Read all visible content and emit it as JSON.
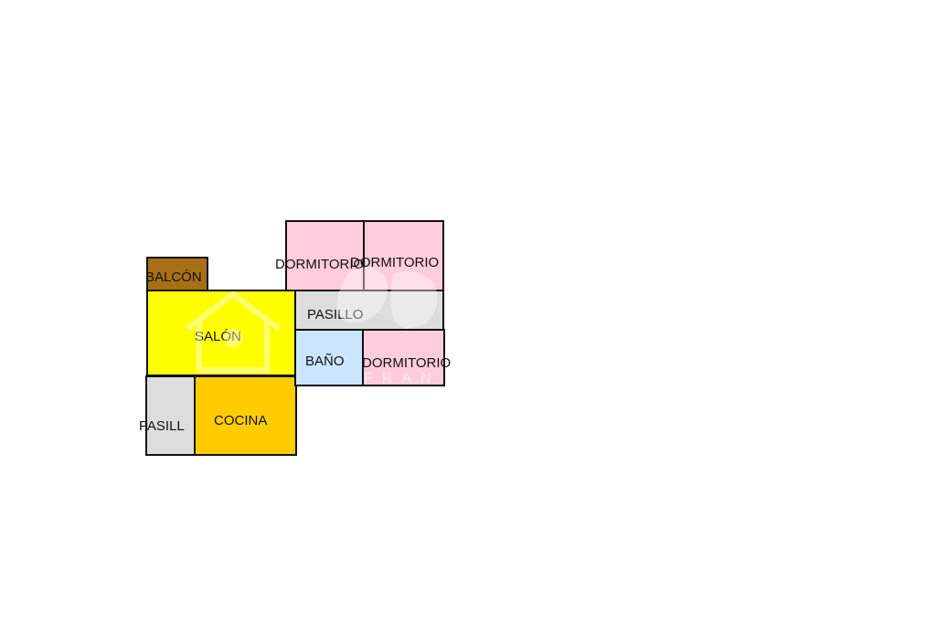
{
  "floorplan": {
    "rooms": [
      {
        "id": "balcon",
        "label": "BALCÓN",
        "color": "#a86f14"
      },
      {
        "id": "salon",
        "label": "SALÓN",
        "color": "#ffff00"
      },
      {
        "id": "cocina",
        "label": "COCINA",
        "color": "#ffcc00"
      },
      {
        "id": "pasillo-left",
        "label": "PASILL",
        "color": "#dddddd"
      },
      {
        "id": "dormitorio-1",
        "label": "DORMITORIO",
        "color": "#ffccdd"
      },
      {
        "id": "dormitorio-2",
        "label": "DORMITORIO",
        "color": "#ffccdd"
      },
      {
        "id": "pasillo-right",
        "label": "PASILLO",
        "color": "#dddddd"
      },
      {
        "id": "bano",
        "label": "BAÑO",
        "color": "#cce5ff"
      },
      {
        "id": "dormitorio-3",
        "label": "DORMITORIO",
        "color": "#ffccdd"
      }
    ],
    "watermark": {
      "text": "FRAN"
    }
  }
}
